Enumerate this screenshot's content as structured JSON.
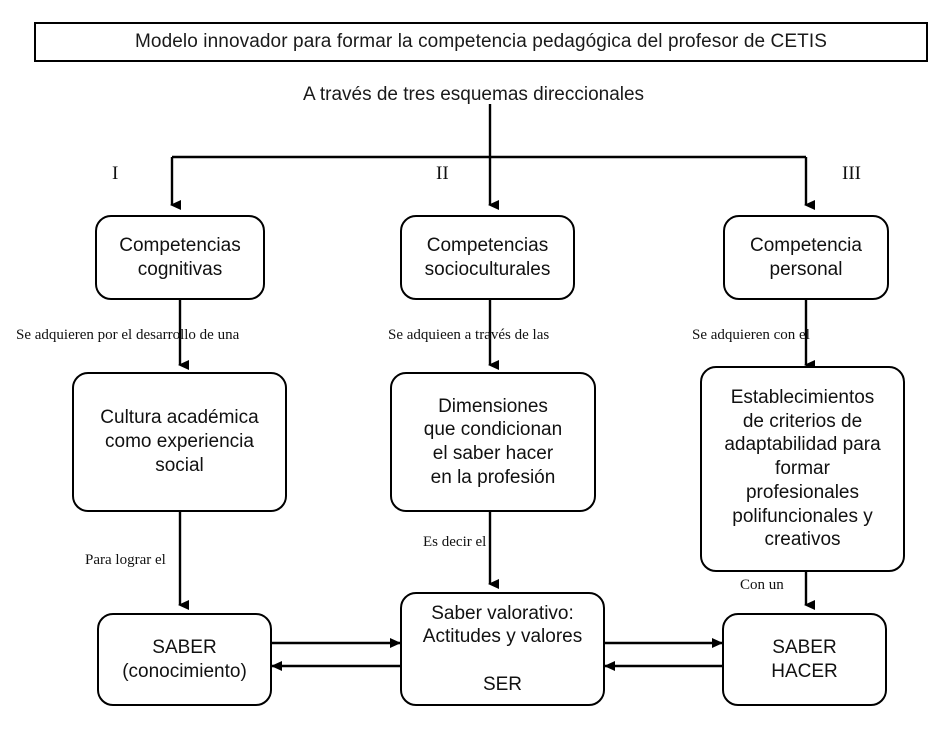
{
  "title": {
    "text": "Modelo innovador para formar la competencia pedagógica del profesor de CETIS"
  },
  "subtitle": {
    "text": "A través de tres esquemas direccionales"
  },
  "branch_markers": [
    {
      "id": "branch-marker-1",
      "label": "I"
    },
    {
      "id": "branch-marker-2",
      "label": "II"
    },
    {
      "id": "branch-marker-3",
      "label": "III"
    }
  ],
  "tier1": [
    {
      "id": "competencias-cognitivas",
      "text": "Competencias\ncognitivas"
    },
    {
      "id": "competencias-socioculturales",
      "text": "Competencias\nsocioculturales"
    },
    {
      "id": "competencia-personal",
      "text": "Competencia\npersonal"
    }
  ],
  "tier1_edge_labels": [
    {
      "id": "edge-label-1",
      "text": "Se adquieren por el desarrollo de una"
    },
    {
      "id": "edge-label-2",
      "text": "Se adquieen a través de las"
    },
    {
      "id": "edge-label-3",
      "text": "Se adquieren con el"
    }
  ],
  "tier2": [
    {
      "id": "cultura-academica",
      "text": "Cultura académica\ncomo experiencia\nsocial"
    },
    {
      "id": "dimensiones",
      "text": "Dimensiones\nque condicionan\nel saber hacer\nen la profesión"
    },
    {
      "id": "establecimientos",
      "text": "Establecimientos\nde criterios de\nadaptabilidad para\nformar\nprofesionales\npolifuncionales y\ncreativos"
    }
  ],
  "tier2_edge_labels": [
    {
      "id": "edge-label-4",
      "text": "Para lograr el"
    },
    {
      "id": "edge-label-5",
      "text": "Es decir el"
    },
    {
      "id": "edge-label-6",
      "text": "Con un"
    }
  ],
  "tier3": [
    {
      "id": "saber-conocimiento",
      "text": "SABER\n(conocimiento)"
    },
    {
      "id": "saber-valorativo",
      "text": "Saber valorativo:\nActitudes y valores\n\nSER"
    },
    {
      "id": "saber-hacer",
      "text": "SABER\nHACER"
    }
  ],
  "colors": {
    "stroke": "#000000",
    "background": "#ffffff",
    "text": "#111111"
  },
  "chart_data": {
    "type": "diagram",
    "title": "Modelo innovador para formar la competencia pedagógica del profesor de CETIS",
    "subtitle": "A través de tres esquemas direccionales",
    "nodes": [
      {
        "id": "root",
        "label": "A través de tres esquemas direccionales",
        "tier": 0
      },
      {
        "id": "competencias-cognitivas",
        "label": "Competencias cognitivas",
        "tier": 1,
        "branch": "I"
      },
      {
        "id": "competencias-socioculturales",
        "label": "Competencias socioculturales",
        "tier": 1,
        "branch": "II"
      },
      {
        "id": "competencia-personal",
        "label": "Competencia personal",
        "tier": 1,
        "branch": "III"
      },
      {
        "id": "cultura-academica",
        "label": "Cultura académica como experiencia social",
        "tier": 2
      },
      {
        "id": "dimensiones",
        "label": "Dimensiones que condicionan el saber hacer en la profesión",
        "tier": 2
      },
      {
        "id": "establecimientos",
        "label": "Establecimientos de criterios de adaptabilidad para formar profesionales polifuncionales y creativos",
        "tier": 2
      },
      {
        "id": "saber-conocimiento",
        "label": "SABER (conocimiento)",
        "tier": 3
      },
      {
        "id": "saber-valorativo",
        "label": "Saber valorativo: Actitudes y valores SER",
        "tier": 3
      },
      {
        "id": "saber-hacer",
        "label": "SABER HACER",
        "tier": 3
      }
    ],
    "edges": [
      {
        "from": "root",
        "to": "competencias-cognitivas",
        "label": "",
        "arrow": "single"
      },
      {
        "from": "root",
        "to": "competencias-socioculturales",
        "label": "",
        "arrow": "single"
      },
      {
        "from": "root",
        "to": "competencia-personal",
        "label": "",
        "arrow": "single"
      },
      {
        "from": "competencias-cognitivas",
        "to": "cultura-academica",
        "label": "Se adquieren por el desarrollo de una",
        "arrow": "single"
      },
      {
        "from": "competencias-socioculturales",
        "to": "dimensiones",
        "label": "Se adquieen a través de las",
        "arrow": "single"
      },
      {
        "from": "competencia-personal",
        "to": "establecimientos",
        "label": "Se adquieren con el",
        "arrow": "single"
      },
      {
        "from": "cultura-academica",
        "to": "saber-conocimiento",
        "label": "Para lograr el",
        "arrow": "single"
      },
      {
        "from": "dimensiones",
        "to": "saber-valorativo",
        "label": "Es decir el",
        "arrow": "single"
      },
      {
        "from": "establecimientos",
        "to": "saber-hacer",
        "label": "Con un",
        "arrow": "single"
      },
      {
        "from": "saber-conocimiento",
        "to": "saber-valorativo",
        "label": "",
        "arrow": "double"
      },
      {
        "from": "saber-valorativo",
        "to": "saber-hacer",
        "label": "",
        "arrow": "double"
      }
    ]
  }
}
